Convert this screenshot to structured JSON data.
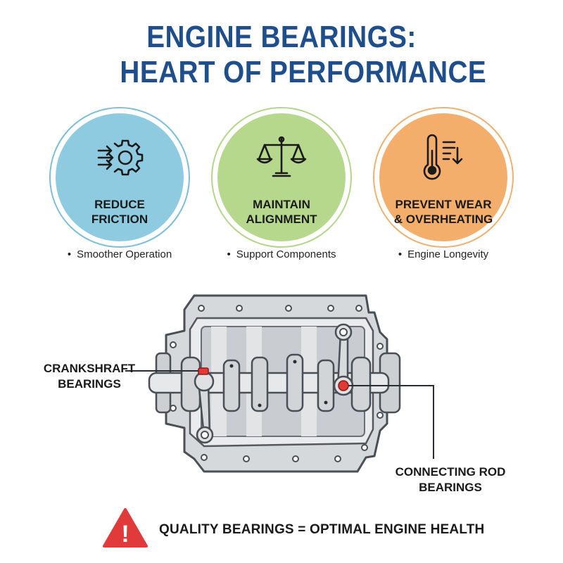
{
  "title": {
    "line1": "ENGINE BEARINGS:",
    "line2": "HEART OF PERFORMANCE"
  },
  "benefits": [
    {
      "icon": "gear-arrows-icon",
      "label_line1": "REDUCE",
      "label_line2": "FRICTION",
      "bullet": "Smoother Operation",
      "color": "#8fcbe0"
    },
    {
      "icon": "balance-scale-icon",
      "label_line1": "MAINTAIN",
      "label_line2": "ALIGNMENT",
      "bullet": "Support Components",
      "color": "#b5d88d"
    },
    {
      "icon": "thermometer-down-icon",
      "label_line1": "PREVENT WEAR",
      "label_line2": "& OVERHEATING",
      "bullet": "Engine Longevity",
      "color": "#f3ae6c"
    }
  ],
  "bullet_symbol": "•",
  "callouts": {
    "crankshaft": {
      "line1": "CRANKSHRAFT",
      "line2": "BEARINGS"
    },
    "connecting_rod": {
      "line1": "CONNECTING ROD",
      "line2": "BEARINGS"
    }
  },
  "footer": {
    "icon": "warning-triangle-icon",
    "warning_mark": "!",
    "message": "QUALITY BEARINGS = OPTIMAL ENGINE HEALTH",
    "color": "#e03a3a"
  },
  "colors": {
    "title": "#1f4e8c",
    "bearing_highlight": "#e53935"
  }
}
